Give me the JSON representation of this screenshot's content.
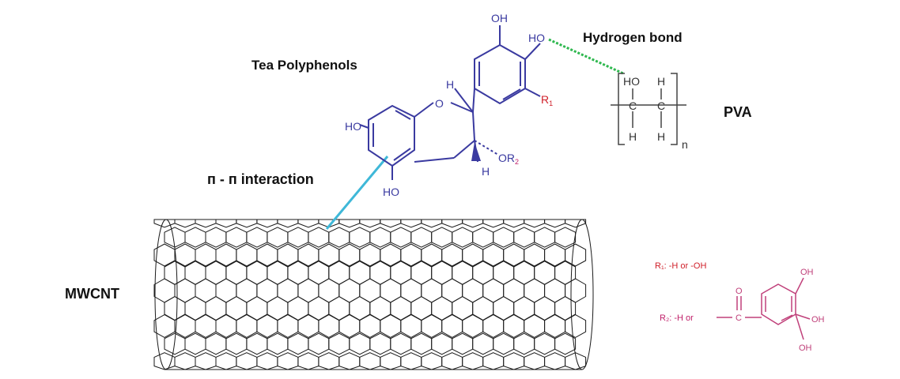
{
  "labels": {
    "tea_polyphenols": "Tea Polyphenols",
    "hydrogen_bond": "Hydrogen bond",
    "pva": "PVA",
    "pi_interaction": "п - п  interaction",
    "mwcnt": "MWCNT"
  },
  "polyphenol": {
    "oh_top": "OH",
    "ho_right": "HO",
    "r1": "R",
    "r1_sub": "1",
    "h_top": "H",
    "o_ring": "O",
    "ho_left": "HO",
    "or2": "OR",
    "or2_sub": "2",
    "h_bottom": "H",
    "ho_bottom": "HO"
  },
  "pva_unit": {
    "ho": "HO",
    "h_top": "H",
    "c1": "C",
    "c2": "C",
    "h_bl": "H",
    "h_br": "H",
    "n": "n"
  },
  "substituents": {
    "r1_def": "R₁: -H or -OH",
    "r2_def": "R₂: -H or",
    "o_label": "O",
    "c_label": "C",
    "oh1": "OH",
    "oh2": "OH",
    "oh3": "OH"
  },
  "colors": {
    "blue": "#3a3aa0",
    "red": "#d0202a",
    "magenta": "#c0206a",
    "pink": "#c0407a",
    "green": "#2fb84f",
    "cyan": "#3fb8d8",
    "black": "#1a1a1a"
  }
}
